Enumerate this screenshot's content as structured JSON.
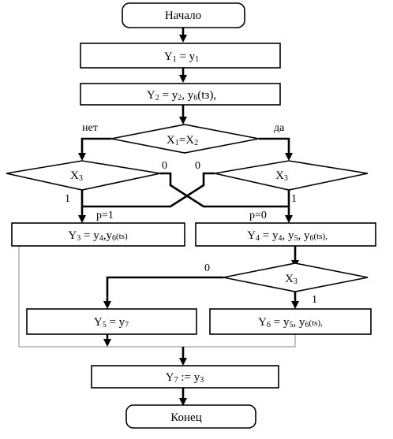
{
  "start_label": "Начало",
  "end_label": "Конец",
  "yes_label": "да",
  "no_label": "нет",
  "block1": {
    "lhs": "Y",
    "lhs_sub": "1",
    "eq": " = ",
    "rhs": "y",
    "rhs_sub": "1"
  },
  "block2": {
    "lhs": "Y",
    "lhs_sub": "2",
    "eq": " = ",
    "rhs": "y",
    "rhs_sub": "2",
    "sep": ", ",
    "t2": "y",
    "t2_sub": "6",
    "t2_arg": "(tз),"
  },
  "decision_main": {
    "a": "X",
    "a_sub": "1",
    "eq": "=",
    "b": "X",
    "b_sub": "2"
  },
  "decision_left": {
    "v": "X",
    "v_sub": "3",
    "one": "1",
    "zero": "0"
  },
  "decision_right": {
    "v": "X",
    "v_sub": "3",
    "one": "1",
    "zero": "0"
  },
  "decision_lower": {
    "v": "X",
    "v_sub": "3",
    "one": "1",
    "zero": "0"
  },
  "p_left": "p=1",
  "p_right": "p=0",
  "block3": {
    "lhs": "Y",
    "lhs_sub": "3",
    "eq": " = ",
    "rhs": "y",
    "rhs_sub": "4",
    "sep": ",",
    "t2": "y",
    "t2_sub": "6",
    "t2_arg": "(ts)"
  },
  "block4": {
    "lhs": "Y",
    "lhs_sub": "4",
    "eq": " = ",
    "rhs": "y",
    "rhs_sub": "4",
    "sep": ", ",
    "t2": "y",
    "t2_sub": "5",
    "sep2": ", ",
    "t3": "y",
    "t3_sub": "6",
    "t3_arg": "(ts),"
  },
  "block5": {
    "lhs": "Y",
    "lhs_sub": "5",
    "eq": " = ",
    "rhs": "y",
    "rhs_sub": "7"
  },
  "block6": {
    "lhs": "Y",
    "lhs_sub": "6",
    "eq": " = ",
    "rhs": "y",
    "rhs_sub": "5",
    "sep": ", ",
    "t2": "y",
    "t2_sub": "6",
    "t2_arg": "(ts),"
  },
  "block7": {
    "lhs": "Y",
    "lhs_sub": "7",
    "eq": " := ",
    "rhs": "y",
    "rhs_sub": "3"
  }
}
